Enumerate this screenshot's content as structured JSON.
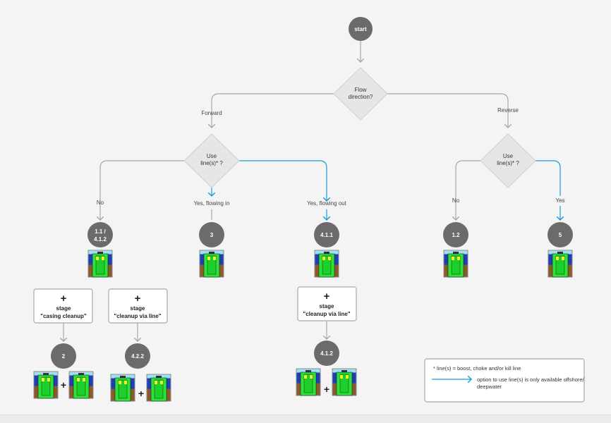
{
  "start": "start",
  "decision_flow": [
    "Flow",
    "direction?"
  ],
  "decision_lines": [
    "Use",
    "line(s)* ?"
  ],
  "branch_forward": "Forward",
  "branch_reverse": "Reverse",
  "no": "No",
  "yes": "Yes",
  "yes_in": "Yes, flowing in",
  "yes_out": "Yes, flowing out",
  "steps": {
    "s11": [
      "1.1 /",
      "4.1.2"
    ],
    "s3": "3",
    "s411": "4.1.1",
    "s12": "1.2",
    "s5": "5",
    "s2": "2",
    "s422": "4.2.2",
    "s412": "4.1.2"
  },
  "plus": "+",
  "stage_word": "stage",
  "stage_casing": "\"casing cleanup\"",
  "stage_line": "\"cleanup via line\"",
  "legend": {
    "note": "* line(s) = boost, choke and/or kill line",
    "option_line1": "option to use line(s) is only available offshore/",
    "option_line2": "deepwater"
  },
  "colors": {
    "accent": "#1a9bd7",
    "gray_line": "#a8a8a8",
    "node": "#6b6b6b",
    "diamond": "#e6e6e6"
  }
}
